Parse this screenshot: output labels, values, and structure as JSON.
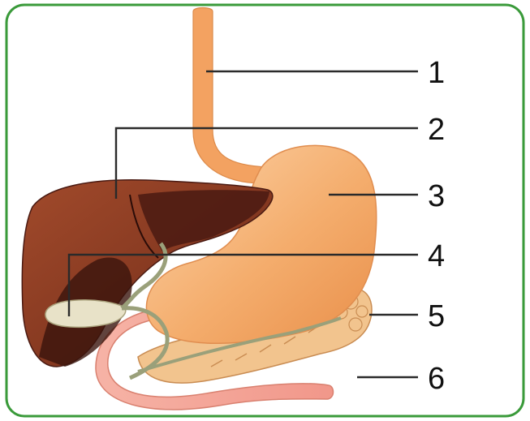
{
  "figure": {
    "frame_color": "#3a9a3a",
    "labels": [
      {
        "id": "1",
        "text": "1",
        "part": "esophagus"
      },
      {
        "id": "2",
        "text": "2",
        "part": "liver"
      },
      {
        "id": "3",
        "text": "3",
        "part": "stomach"
      },
      {
        "id": "4",
        "text": "4",
        "part": "gallbladder"
      },
      {
        "id": "5",
        "text": "5",
        "part": "pancreas"
      },
      {
        "id": "6",
        "text": "6",
        "part": "duodenum"
      }
    ],
    "colors": {
      "liver": "#8a3a22",
      "liver_dark": "#4a1a12",
      "stomach": "#f0a868",
      "esophagus": "#f3a261",
      "gallbladder": "#e8e2c8",
      "ducts": "#9aa07a",
      "pancreas": "#f2c48e",
      "duodenum": "#f2a59a"
    }
  }
}
